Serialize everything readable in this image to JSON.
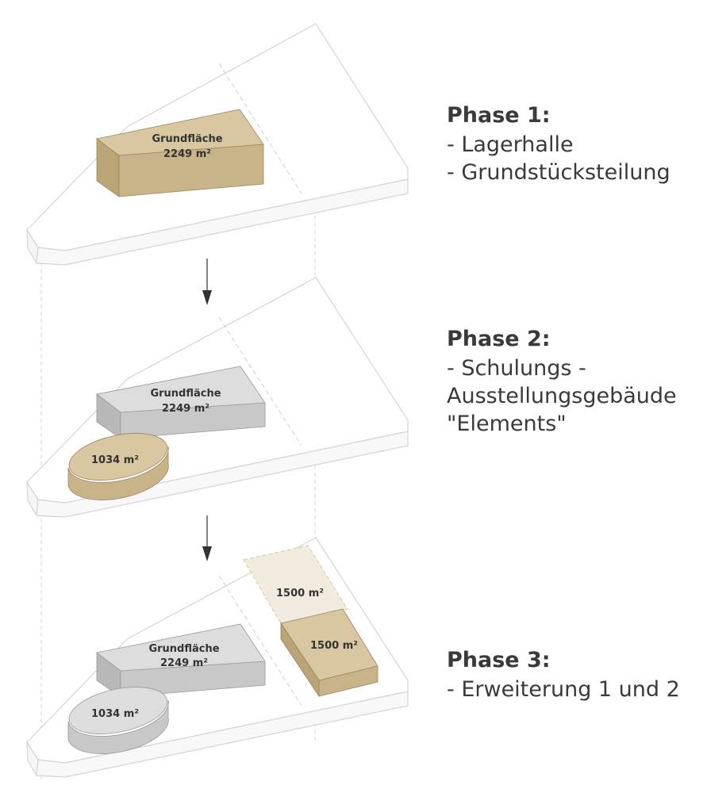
{
  "colors": {
    "tan": "#d8c7a0",
    "tan_side": "#c9b48a",
    "tan_dark": "#bba576",
    "grey": "#dddddd",
    "grey_side": "#c8c8c8",
    "grey_dark": "#b9b9b9",
    "ghost": "#f2ece0",
    "site_line": "#d6d6d6",
    "text": "#3a3a3a",
    "arrow": "#333333"
  },
  "phase1": {
    "block_label": "Grundfläche",
    "block_area": "2249 m²",
    "title": "Phase 1:",
    "lines": [
      "- Lagerhalle",
      "- Grundstücksteilung"
    ]
  },
  "phase2": {
    "block_label": "Grundfläche",
    "block_area": "2249 m²",
    "oval_area": "1034 m²",
    "title": "Phase 2:",
    "lines": [
      "- Schulungs -",
      "Ausstellungsgebäude",
      "\"Elements\""
    ]
  },
  "phase3": {
    "block_label": "Grundfläche",
    "block_area": "2249 m²",
    "oval_area": "1034 m²",
    "ext1_area": "1500 m²",
    "ext2_area": "1500 m²",
    "title": "Phase 3:",
    "lines": [
      "- Erweiterung 1 und 2"
    ]
  }
}
